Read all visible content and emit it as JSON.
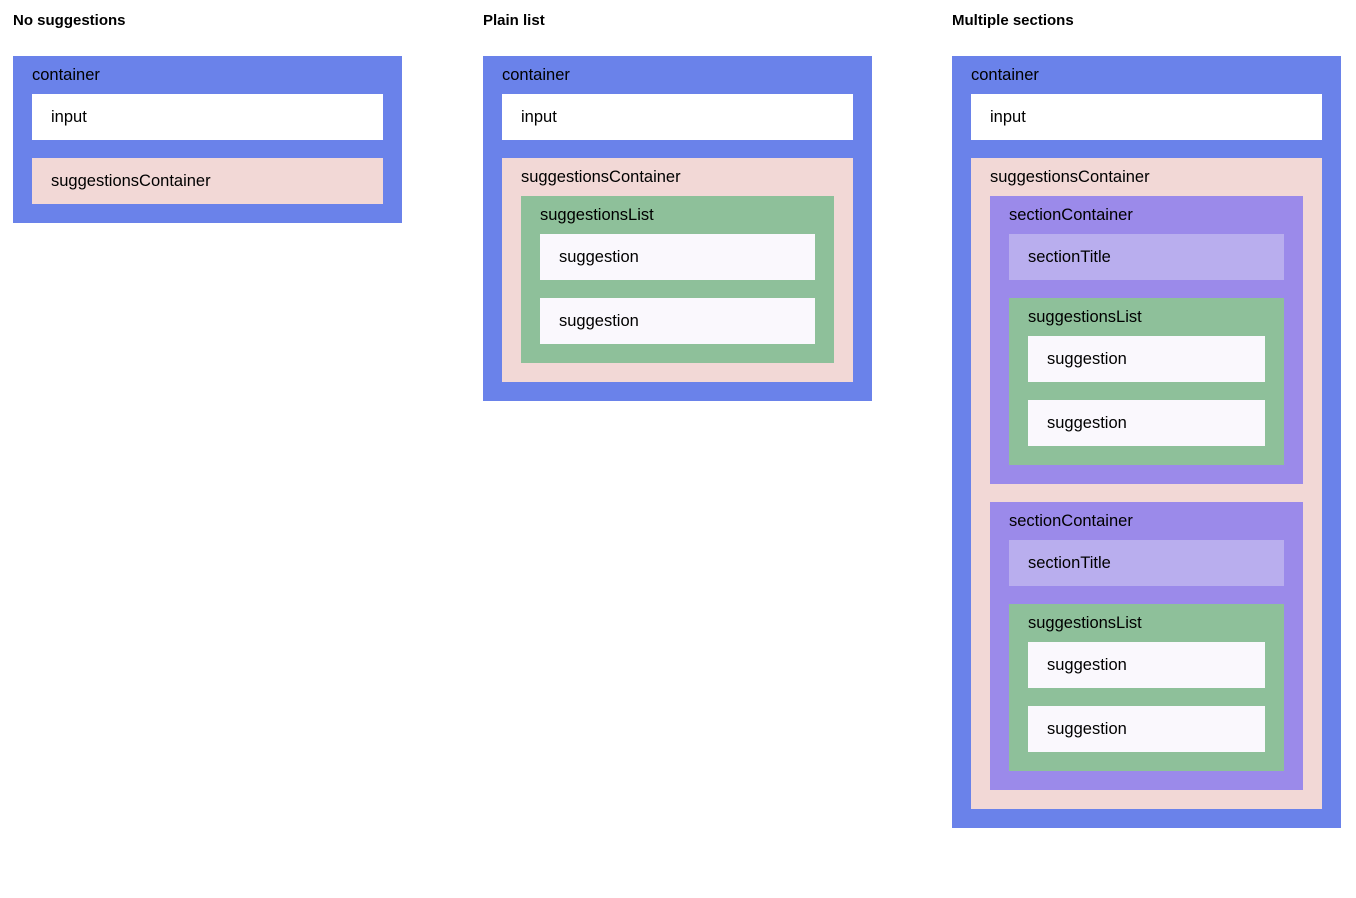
{
  "page": {
    "title": "Autosuggest anatomy diagram",
    "background": "#ffffff"
  },
  "palette": {
    "container": "#6a82ea",
    "input": "#ffffff",
    "suggestions_container": "#f2d8d6",
    "section_container": "#9b8aea",
    "section_title": "#b9aeee",
    "suggestions_list": "#8ec09a",
    "suggestion": "#faf8fd",
    "text": "#000000"
  },
  "labels": {
    "container": "container",
    "input": "input",
    "suggestions_container": "suggestionsContainer",
    "suggestions_list": "suggestionsList",
    "suggestion": "suggestion",
    "section_container": "sectionContainer",
    "section_title": "sectionTitle"
  },
  "columns": [
    {
      "heading": "No suggestions",
      "container_label": "container",
      "input_label": "input",
      "suggestions_container_label": "suggestionsContainer",
      "has_list": false,
      "has_sections": false
    },
    {
      "heading": "Plain list",
      "container_label": "container",
      "input_label": "input",
      "suggestions_container_label": "suggestionsContainer",
      "has_list": true,
      "has_sections": false,
      "list": {
        "label": "suggestionsList",
        "items": [
          "suggestion",
          "suggestion"
        ]
      }
    },
    {
      "heading": "Multiple sections",
      "container_label": "container",
      "input_label": "input",
      "suggestions_container_label": "suggestionsContainer",
      "has_list": false,
      "has_sections": true,
      "sections": [
        {
          "label": "sectionContainer",
          "title_label": "sectionTitle",
          "list": {
            "label": "suggestionsList",
            "items": [
              "suggestion",
              "suggestion"
            ]
          }
        },
        {
          "label": "sectionContainer",
          "title_label": "sectionTitle",
          "list": {
            "label": "suggestionsList",
            "items": [
              "suggestion",
              "suggestion"
            ]
          }
        }
      ]
    }
  ]
}
